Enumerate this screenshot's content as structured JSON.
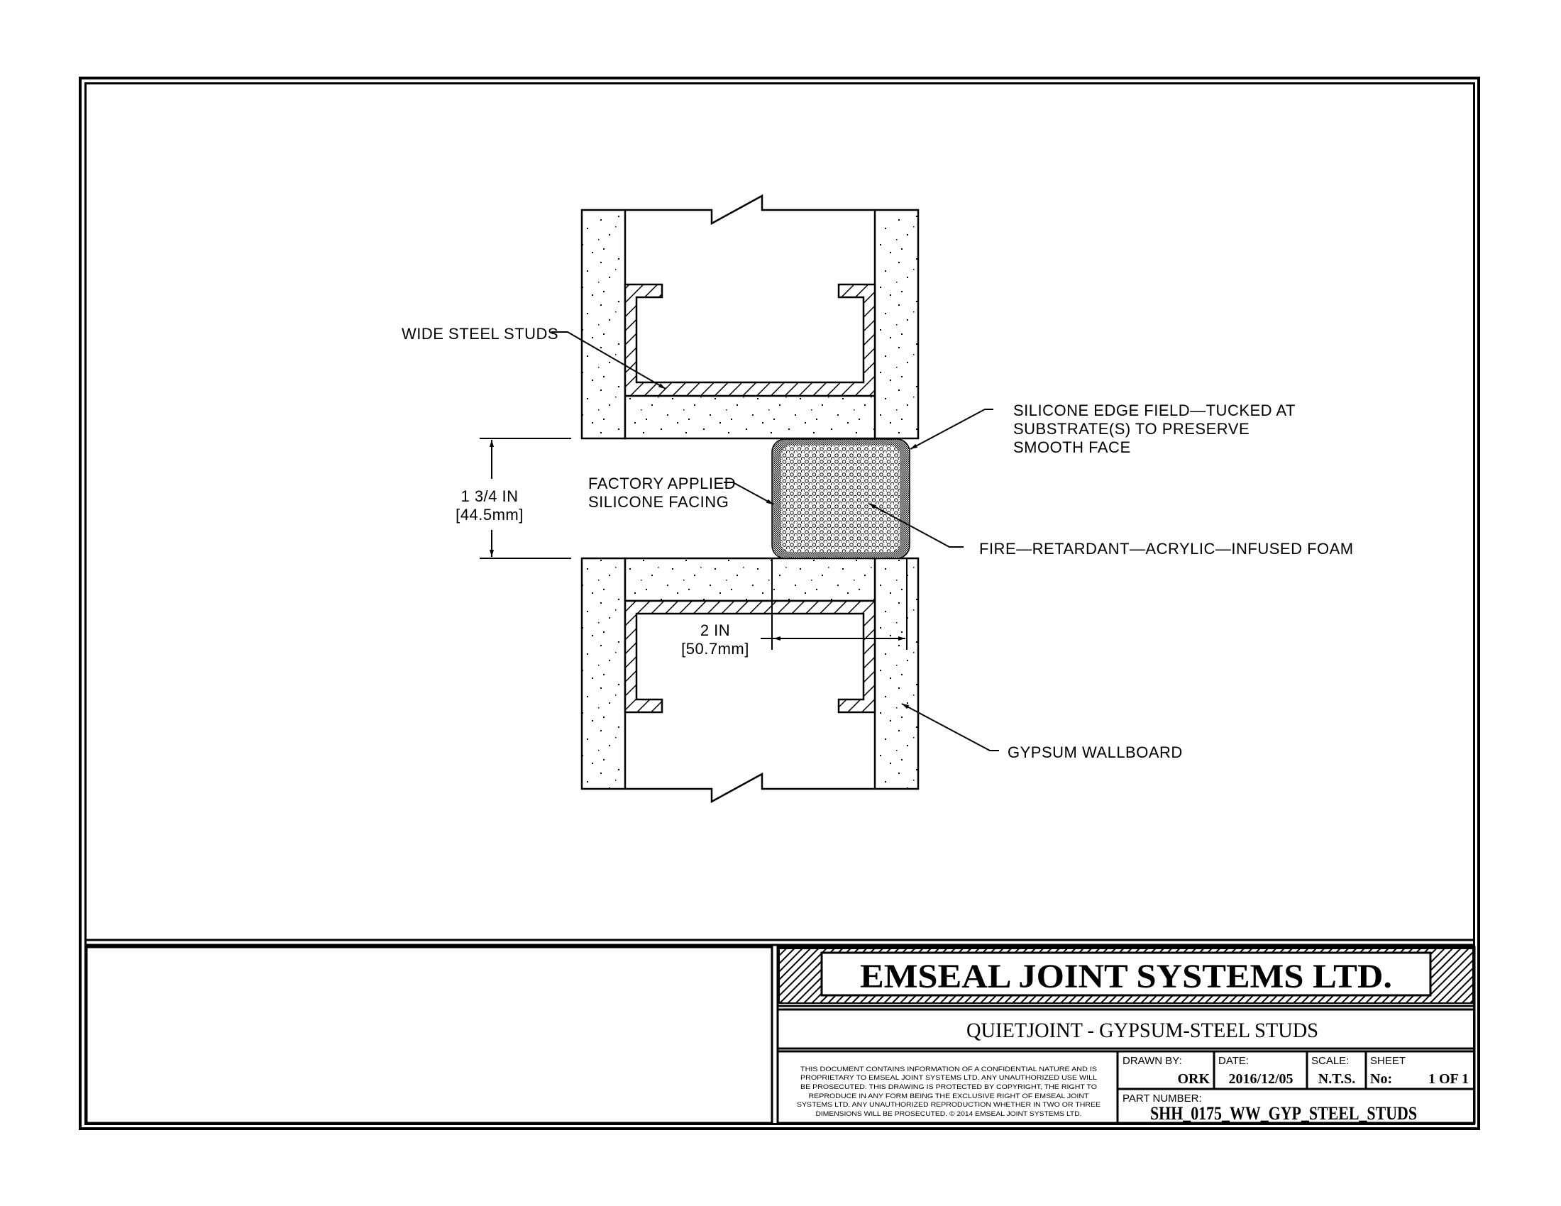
{
  "drawing": {
    "labels": {
      "wide_steel_studs": "WIDE STEEL STUDS",
      "silicone_edge_line1": "SILICONE EDGE FIELD—TUCKED AT",
      "silicone_edge_line2": "SUBSTRATE(S) TO PRESERVE",
      "silicone_edge_line3": "SMOOTH FACE",
      "factory_line1": "FACTORY APPLIED",
      "factory_line2": "SILICONE FACING",
      "foam": "FIRE—RETARDANT—ACRYLIC—INFUSED FOAM",
      "gypsum": "GYPSUM WALLBOARD"
    },
    "dimensions": {
      "joint_width_in": "1 3/4 IN",
      "joint_width_mm": "[44.5mm]",
      "depth_in": "2 IN",
      "depth_mm": "[50.7mm]"
    }
  },
  "title_block": {
    "company": "EMSEAL JOINT SYSTEMS LTD.",
    "drawing_title": "QUIETJOINT - GYPSUM-STEEL STUDS",
    "disclaimer": [
      "THIS DOCUMENT CONTAINS INFORMATION OF A CONFIDENTIAL NATURE AND IS",
      "PROPRIETARY TO EMSEAL JOINT SYSTEMS LTD. ANY UNAUTHORIZED USE WILL",
      "BE PROSECUTED. THIS DRAWING IS PROTECTED BY COPYRIGHT, THE RIGHT TO",
      "REPRODUCE IN ANY FORM BEING THE EXCLUSIVE RIGHT OF EMSEAL JOINT",
      "SYSTEMS LTD. ANY UNAUTHORIZED REPRODUCTION WHETHER IN TWO OR THREE",
      "DIMENSIONS WILL BE PROSECUTED. © 2014 EMSEAL JOINT SYSTEMS LTD."
    ],
    "drawn_by_label": "DRAWN BY:",
    "drawn_by": "ORK",
    "date_label": "DATE:",
    "date": "2016/12/05",
    "scale_label": "SCALE:",
    "scale": "N.T.S.",
    "sheet_label": "SHEET",
    "sheet_no_label": "No:",
    "sheet_no": "1 OF 1",
    "part_number_label": "PART NUMBER:",
    "part_number": "SHH_0175_WW_GYP_STEEL_STUDS"
  }
}
